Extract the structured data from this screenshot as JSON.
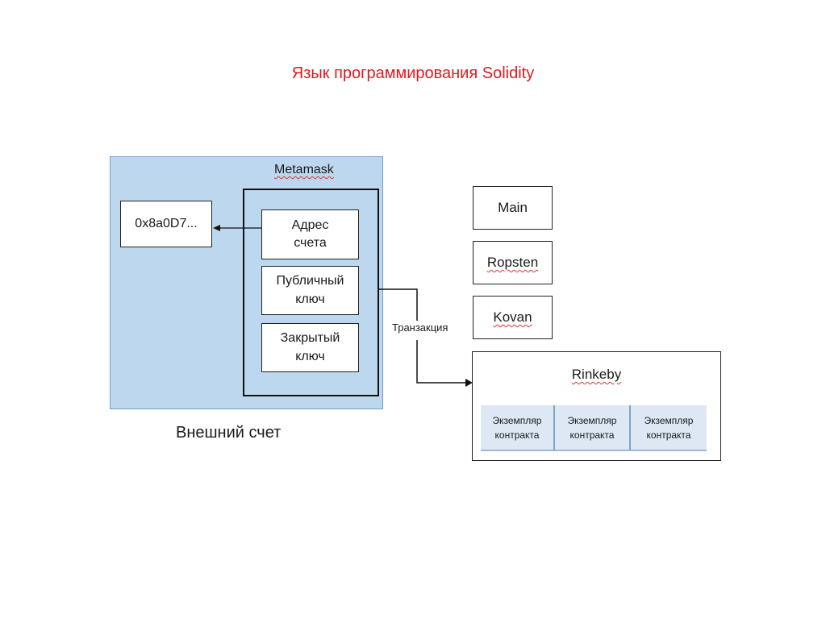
{
  "title": "Язык программирования Solidity",
  "external_account": {
    "label": "Внешний счет",
    "address": "0x8a0D7..."
  },
  "metamask": {
    "label": "Metamask",
    "items": [
      "Адрес\nсчета",
      "Публичный\nключ",
      "Закрытый\nключ"
    ]
  },
  "transaction_label": "Транзакция",
  "networks": [
    "Main",
    "Ropsten",
    "Kovan"
  ],
  "rinkeby": {
    "label": "Rinkeby",
    "contracts": [
      "Экземпляр\nконтракта",
      "Экземпляр\nконтракта",
      "Экземпляр\nконтракта"
    ]
  }
}
